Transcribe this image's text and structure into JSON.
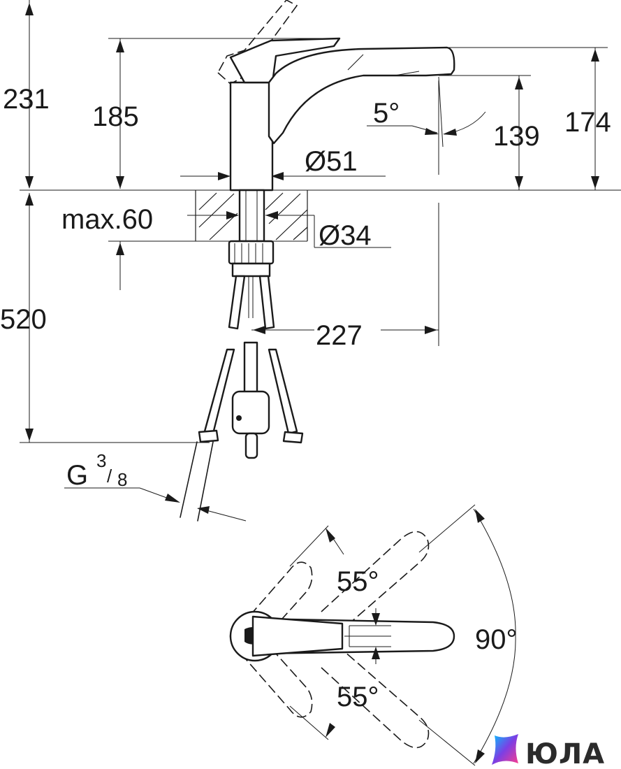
{
  "dimensions": {
    "total_height": "231",
    "body_height": "185",
    "spout_height": "174",
    "outlet_height": "139",
    "spout_angle": "5°",
    "base_diameter": "Ø51",
    "hole_diameter": "Ø34",
    "max_thickness": "max.60",
    "hose_length": "520",
    "reach": "227",
    "thread_size_prefix": "G",
    "thread_size_num": "3",
    "thread_size_den": "8",
    "swivel_angle_up": "55°",
    "swivel_angle_down": "55°",
    "total_swivel": "90°"
  },
  "watermark": {
    "text": "ЮЛА",
    "colors": [
      "#00c6ff",
      "#7b3fe4",
      "#ff3d8b"
    ]
  }
}
